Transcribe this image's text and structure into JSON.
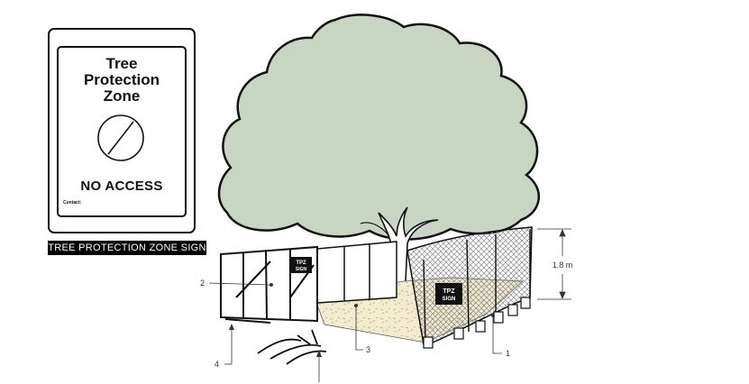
{
  "sign": {
    "title": "Tree\nProtection\nZone",
    "no_access": "NO ACCESS",
    "contact": "Contact:",
    "icon": "no-entry-circle-icon"
  },
  "sign_caption": "TREE PROTECTION ZONE SIGN",
  "fence_sign_text": "TPZ\nSIGN",
  "dimension": "1.8 m",
  "callouts": [
    "1",
    "2",
    "3",
    "4"
  ],
  "colors": {
    "canopy": "#c9d5c3",
    "ground": "#f2ebcf",
    "mesh": "#9a9a9a"
  }
}
